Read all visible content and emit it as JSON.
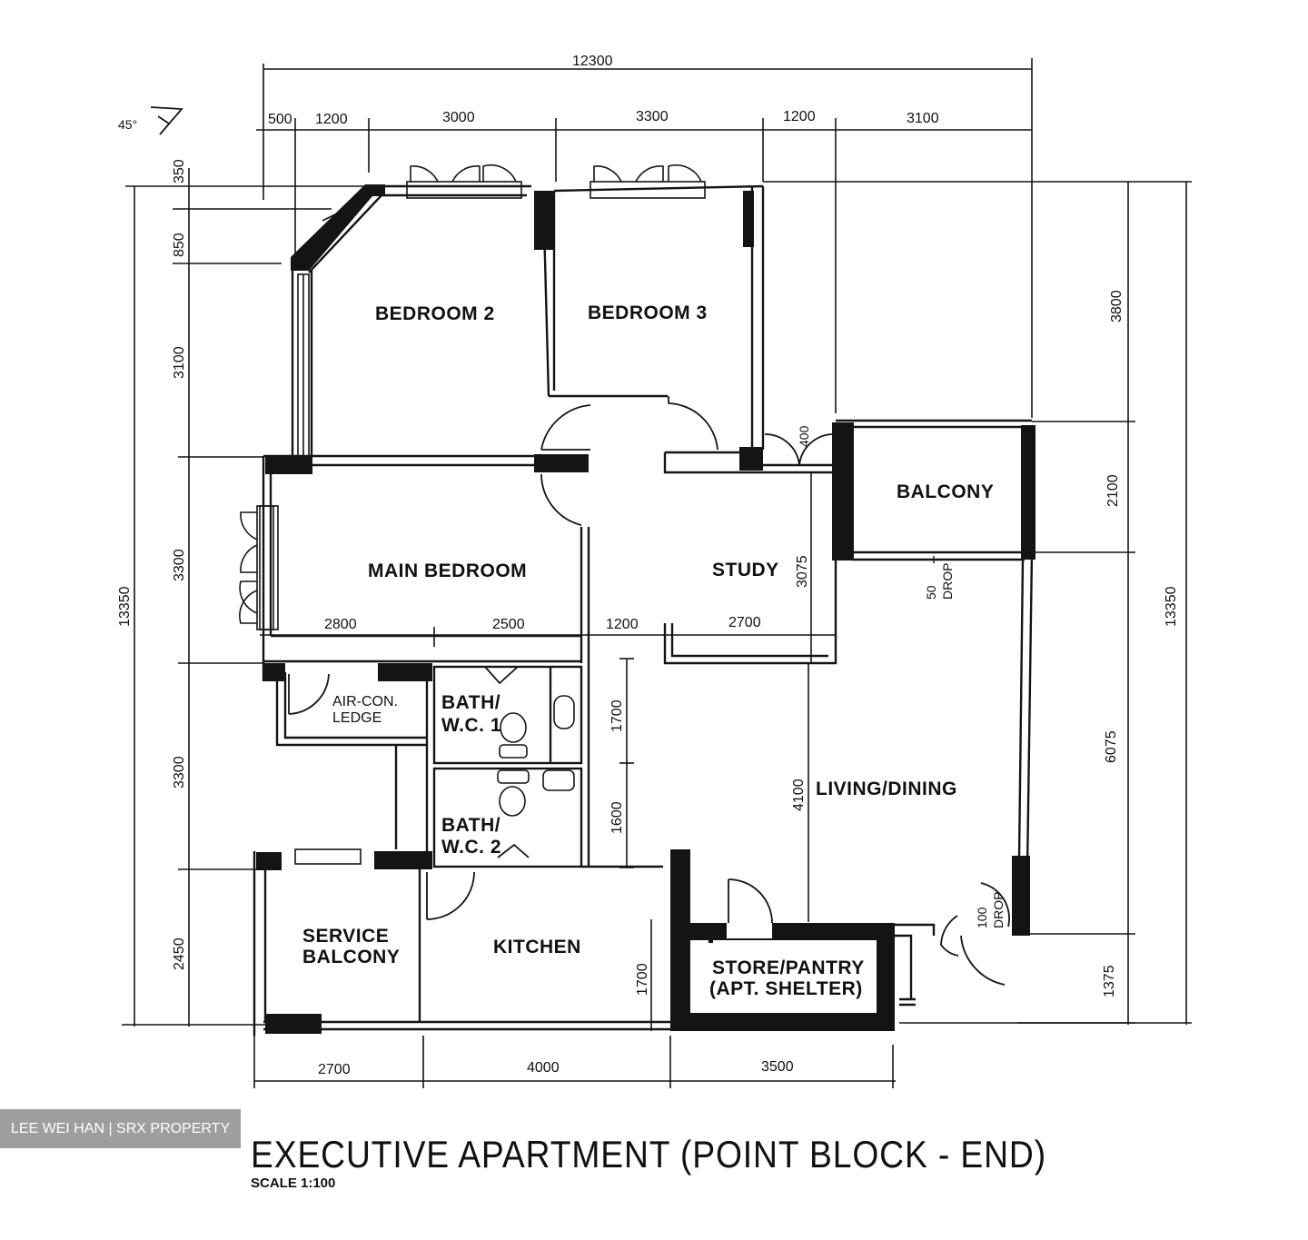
{
  "rooms": {
    "bedroom2": "BEDROOM 2",
    "bedroom3": "BEDROOM 3",
    "main_bedroom": "MAIN BEDROOM",
    "study": "STUDY",
    "balcony": "BALCONY",
    "aircon_line1": "AIR-CON.",
    "aircon_line2": "LEDGE",
    "bath1_line1": "BATH/",
    "bath1_line2": "W.C. 1",
    "bath2_line1": "BATH/",
    "bath2_line2": "W.C. 2",
    "living_dining": "LIVING/DINING",
    "service_line1": "SERVICE",
    "service_line2": "BALCONY",
    "kitchen": "KITCHEN",
    "store_line1": "STORE/PANTRY",
    "store_line2": "(APT. SHELTER)"
  },
  "dimensions": {
    "top_total": "12300",
    "top": [
      "500",
      "1200",
      "3000",
      "3300",
      "1200",
      "3100"
    ],
    "left_total": "13350",
    "left": [
      "350",
      "850",
      "3100",
      "3300",
      "3300",
      "2450"
    ],
    "right_total": "13350",
    "right": [
      "3800",
      "2100",
      "6075",
      "1375"
    ],
    "bottom": [
      "2700",
      "4000",
      "3500"
    ],
    "inner_row": [
      "2800",
      "2500",
      "1200",
      "2700"
    ],
    "study_height": "3075",
    "living_height": "4100",
    "bath1_height": "1700",
    "bath2_height": "1600",
    "kitchen_height": "1700",
    "door_400": "400",
    "drop_50_a": "50",
    "drop_50_b": "DROP",
    "drop_100_a": "100",
    "drop_100_b": "DROP",
    "angle": "45°"
  },
  "title": "EXECUTIVE APARTMENT (POINT BLOCK - END)",
  "scale": "SCALE 1:100",
  "watermark": "LEE WEI HAN | SRX PROPERTY"
}
